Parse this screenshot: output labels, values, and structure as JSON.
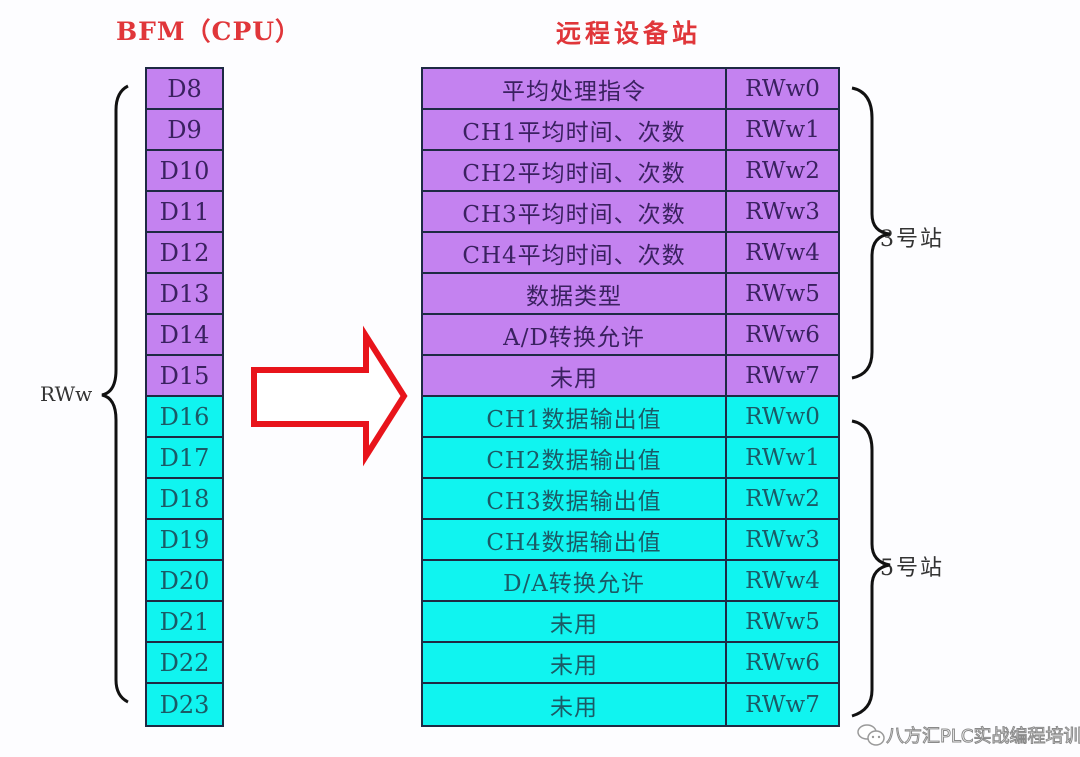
{
  "titles": {
    "left": "BFM（CPU）",
    "right": "远程设备站"
  },
  "bfm_registers": [
    {
      "label": "D8",
      "group": "purple"
    },
    {
      "label": "D9",
      "group": "purple"
    },
    {
      "label": "D10",
      "group": "purple"
    },
    {
      "label": "D11",
      "group": "purple"
    },
    {
      "label": "D12",
      "group": "purple"
    },
    {
      "label": "D13",
      "group": "purple"
    },
    {
      "label": "D14",
      "group": "purple"
    },
    {
      "label": "D15",
      "group": "purple"
    },
    {
      "label": "D16",
      "group": "cyan"
    },
    {
      "label": "D17",
      "group": "cyan"
    },
    {
      "label": "D18",
      "group": "cyan"
    },
    {
      "label": "D19",
      "group": "cyan"
    },
    {
      "label": "D20",
      "group": "cyan"
    },
    {
      "label": "D21",
      "group": "cyan"
    },
    {
      "label": "D22",
      "group": "cyan"
    },
    {
      "label": "D23",
      "group": "cyan"
    }
  ],
  "remote_rows": [
    {
      "desc": "平均处理指令",
      "reg": "RWw0",
      "group": "purple"
    },
    {
      "desc": "CH1平均时间、次数",
      "reg": "RWw1",
      "group": "purple"
    },
    {
      "desc": "CH2平均时间、次数",
      "reg": "RWw2",
      "group": "purple"
    },
    {
      "desc": "CH3平均时间、次数",
      "reg": "RWw3",
      "group": "purple"
    },
    {
      "desc": "CH4平均时间、次数",
      "reg": "RWw4",
      "group": "purple"
    },
    {
      "desc": "数据类型",
      "reg": "RWw5",
      "group": "purple"
    },
    {
      "desc": "A/D转换允许",
      "reg": "RWw6",
      "group": "purple"
    },
    {
      "desc": "未用",
      "reg": "RWw7",
      "group": "purple"
    },
    {
      "desc": "CH1数据输出值",
      "reg": "RWw0",
      "group": "cyan"
    },
    {
      "desc": "CH2数据输出值",
      "reg": "RWw1",
      "group": "cyan"
    },
    {
      "desc": "CH3数据输出值",
      "reg": "RWw2",
      "group": "cyan"
    },
    {
      "desc": "CH4数据输出值",
      "reg": "RWw3",
      "group": "cyan"
    },
    {
      "desc": "D/A转换允许",
      "reg": "RWw4",
      "group": "cyan"
    },
    {
      "desc": "未用",
      "reg": "RWw5",
      "group": "cyan"
    },
    {
      "desc": "未用",
      "reg": "RWw6",
      "group": "cyan"
    },
    {
      "desc": "未用",
      "reg": "RWw7",
      "group": "cyan"
    }
  ],
  "labels": {
    "rww": "RWw",
    "station3": "3号站",
    "station5": "5号站"
  },
  "watermark": {
    "text": "八方汇PLC实战编程培训",
    "icon": "wechat-icon"
  },
  "colors": {
    "purple": "#c482f0",
    "cyan": "#10f4f0",
    "title_red": "#e0363a",
    "arrow_red": "#e8141b"
  }
}
